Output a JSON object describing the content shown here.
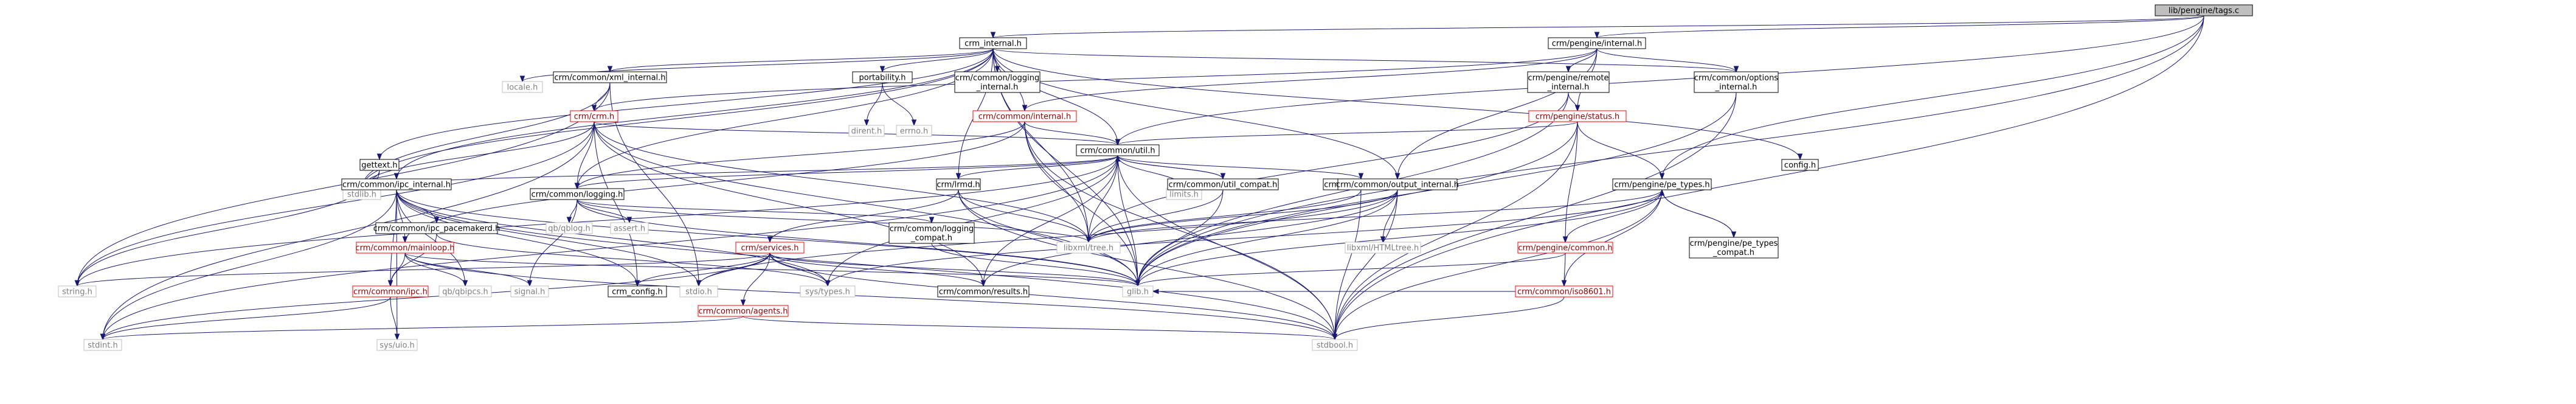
{
  "title": "lib/pengine/tags.c",
  "colors": {
    "root_fill": "#bfbfbf",
    "node_fill": "#ffffff",
    "node_stroke": "#000000",
    "missing_stroke": "#bfbfbf",
    "missing_text": "#808080",
    "link_text": "#000000",
    "truncated_stroke": "#ff0000",
    "truncated_text": "#8b0000",
    "edge": "#191970"
  },
  "nodes": [
    {
      "id": "tags",
      "label": "lib/pengine/tags.c",
      "kind": "root"
    },
    {
      "id": "crm_internal",
      "label": "crm_internal.h",
      "kind": "normal"
    },
    {
      "id": "pengine_internal",
      "label": "crm/pengine/internal.h",
      "kind": "normal"
    },
    {
      "id": "locale",
      "label": "locale.h",
      "kind": "missing"
    },
    {
      "id": "xml_internal",
      "label": "crm/common/xml_internal.h",
      "kind": "normal"
    },
    {
      "id": "portability",
      "label": "portability.h",
      "kind": "normal"
    },
    {
      "id": "logging_internal",
      "label": [
        "crm/common/logging",
        "_internal.h"
      ],
      "kind": "normal"
    },
    {
      "id": "common_internal",
      "label": "crm/common/internal.h",
      "kind": "truncated"
    },
    {
      "id": "remote_internal",
      "label": [
        "crm/pengine/remote",
        "_internal.h"
      ],
      "kind": "normal"
    },
    {
      "id": "options_internal",
      "label": [
        "crm/common/options",
        "_internal.h"
      ],
      "kind": "normal"
    },
    {
      "id": "crm_h",
      "label": "crm/crm.h",
      "kind": "truncated"
    },
    {
      "id": "dirent",
      "label": "dirent.h",
      "kind": "missing"
    },
    {
      "id": "errno",
      "label": "errno.h",
      "kind": "missing"
    },
    {
      "id": "pe_status",
      "label": "crm/pengine/status.h",
      "kind": "truncated"
    },
    {
      "id": "config",
      "label": "config.h",
      "kind": "normal"
    },
    {
      "id": "gettext",
      "label": "gettext.h",
      "kind": "normal"
    },
    {
      "id": "util",
      "label": "crm/common/util.h",
      "kind": "normal"
    },
    {
      "id": "stdlib",
      "label": "stdlib.h",
      "kind": "missing"
    },
    {
      "id": "ipc_internal",
      "label": "crm/common/ipc_internal.h",
      "kind": "normal"
    },
    {
      "id": "logging",
      "label": "crm/common/logging.h",
      "kind": "normal"
    },
    {
      "id": "limits",
      "label": "limits.h",
      "kind": "missing"
    },
    {
      "id": "util_compat",
      "label": "crm/common/util_compat.h",
      "kind": "normal"
    },
    {
      "id": "acl",
      "label": "crm/common/acl.h",
      "kind": "normal"
    },
    {
      "id": "lrmd",
      "label": "crm/lrmd.h",
      "kind": "normal"
    },
    {
      "id": "output_internal",
      "label": "crm/common/output_internal.h",
      "kind": "normal"
    },
    {
      "id": "pe_types",
      "label": "crm/pengine/pe_types.h",
      "kind": "normal"
    },
    {
      "id": "ipc_pacemakerd",
      "label": "crm/common/ipc_pacemakerd.h",
      "kind": "normal"
    },
    {
      "id": "mainloop",
      "label": "crm/common/mainloop.h",
      "kind": "truncated"
    },
    {
      "id": "qblog",
      "label": "qb/qblog.h",
      "kind": "missing"
    },
    {
      "id": "assert",
      "label": "assert.h",
      "kind": "missing"
    },
    {
      "id": "services",
      "label": "crm/services.h",
      "kind": "truncated"
    },
    {
      "id": "logging_compat",
      "label": [
        "crm/common/logging",
        "_compat.h"
      ],
      "kind": "normal"
    },
    {
      "id": "libxml_tree",
      "label": "libxml/tree.h",
      "kind": "missing"
    },
    {
      "id": "libxml_htmltree",
      "label": "libxml/HTMLtree.h",
      "kind": "missing"
    },
    {
      "id": "pe_common",
      "label": "crm/pengine/common.h",
      "kind": "truncated"
    },
    {
      "id": "pe_types_compat",
      "label": [
        "crm/pengine/pe_types",
        "_compat.h"
      ],
      "kind": "normal"
    },
    {
      "id": "string",
      "label": "string.h",
      "kind": "missing"
    },
    {
      "id": "ipc",
      "label": "crm/common/ipc.h",
      "kind": "truncated"
    },
    {
      "id": "qbipcs",
      "label": "qb/qbipcs.h",
      "kind": "missing"
    },
    {
      "id": "signal",
      "label": "signal.h",
      "kind": "missing"
    },
    {
      "id": "crm_config",
      "label": "crm_config.h",
      "kind": "normal"
    },
    {
      "id": "stdio",
      "label": "stdio.h",
      "kind": "missing"
    },
    {
      "id": "agents",
      "label": "crm/common/agents.h",
      "kind": "truncated"
    },
    {
      "id": "sys_types",
      "label": "sys/types.h",
      "kind": "missing"
    },
    {
      "id": "results",
      "label": "crm/common/results.h",
      "kind": "normal"
    },
    {
      "id": "glib",
      "label": "glib.h",
      "kind": "missing"
    },
    {
      "id": "iso8601",
      "label": "crm/common/iso8601.h",
      "kind": "truncated"
    },
    {
      "id": "stdint",
      "label": "stdint.h",
      "kind": "missing"
    },
    {
      "id": "sys_uio",
      "label": "sys/uio.h",
      "kind": "missing"
    },
    {
      "id": "stdbool",
      "label": "stdbool.h",
      "kind": "missing"
    }
  ],
  "edges": [
    [
      "tags",
      "crm_internal"
    ],
    [
      "tags",
      "pengine_internal"
    ],
    [
      "tags",
      "util"
    ],
    [
      "tags",
      "pe_types"
    ],
    [
      "tags",
      "glib"
    ],
    [
      "tags",
      "stdbool"
    ],
    [
      "crm_internal",
      "locale"
    ],
    [
      "crm_internal",
      "xml_internal"
    ],
    [
      "crm_internal",
      "portability"
    ],
    [
      "crm_internal",
      "logging_internal"
    ],
    [
      "crm_internal",
      "common_internal"
    ],
    [
      "crm_internal",
      "options_internal"
    ],
    [
      "crm_internal",
      "config"
    ],
    [
      "crm_internal",
      "gettext"
    ],
    [
      "crm_internal",
      "stdlib"
    ],
    [
      "crm_internal",
      "ipc_internal"
    ],
    [
      "crm_internal",
      "logging"
    ],
    [
      "crm_internal",
      "lrmd"
    ],
    [
      "crm_internal",
      "output_internal"
    ],
    [
      "crm_internal",
      "libxml_tree"
    ],
    [
      "crm_internal",
      "glib"
    ],
    [
      "crm_internal",
      "util"
    ],
    [
      "pengine_internal",
      "crm_h"
    ],
    [
      "pengine_internal",
      "remote_internal"
    ],
    [
      "pengine_internal",
      "options_internal"
    ],
    [
      "pengine_internal",
      "pe_status"
    ],
    [
      "pengine_internal",
      "common_internal"
    ],
    [
      "pengine_internal",
      "output_internal"
    ],
    [
      "xml_internal",
      "crm_h"
    ],
    [
      "xml_internal",
      "stdlib"
    ],
    [
      "xml_internal",
      "stdio"
    ],
    [
      "xml_internal",
      "string"
    ],
    [
      "portability",
      "dirent"
    ],
    [
      "portability",
      "errno"
    ],
    [
      "common_internal",
      "util"
    ],
    [
      "common_internal",
      "logging"
    ],
    [
      "common_internal",
      "mainloop"
    ],
    [
      "common_internal",
      "libxml_tree"
    ],
    [
      "common_internal",
      "glib"
    ],
    [
      "common_internal",
      "stdbool"
    ],
    [
      "remote_internal",
      "pe_status"
    ],
    [
      "remote_internal",
      "glib"
    ],
    [
      "remote_internal",
      "libxml_tree"
    ],
    [
      "options_internal",
      "glib"
    ],
    [
      "options_internal",
      "stdbool"
    ],
    [
      "crm_h",
      "util"
    ],
    [
      "crm_h",
      "logging"
    ],
    [
      "crm_h",
      "stdlib"
    ],
    [
      "crm_h",
      "string"
    ],
    [
      "crm_h",
      "stdint"
    ],
    [
      "crm_h",
      "libxml_tree"
    ],
    [
      "crm_h",
      "crm_config"
    ],
    [
      "crm_h",
      "glib"
    ],
    [
      "crm_h",
      "results"
    ],
    [
      "pe_status",
      "util"
    ],
    [
      "pe_status",
      "pe_types"
    ],
    [
      "pe_status",
      "pe_common"
    ],
    [
      "pe_status",
      "glib"
    ],
    [
      "pe_status",
      "stdbool"
    ],
    [
      "gettext",
      "stdlib"
    ],
    [
      "gettext",
      "string"
    ],
    [
      "util",
      "stdlib"
    ],
    [
      "util",
      "limits"
    ],
    [
      "util",
      "util_compat"
    ],
    [
      "util",
      "acl"
    ],
    [
      "util",
      "lrmd"
    ],
    [
      "util",
      "logging"
    ],
    [
      "util",
      "libxml_tree"
    ],
    [
      "util",
      "glib"
    ],
    [
      "util",
      "sys_types"
    ],
    [
      "util",
      "stdint"
    ],
    [
      "util",
      "string"
    ],
    [
      "util",
      "results"
    ],
    [
      "util",
      "stdbool"
    ],
    [
      "ipc_internal",
      "ipc_pacemakerd"
    ],
    [
      "ipc_internal",
      "mainloop"
    ],
    [
      "ipc_internal",
      "ipc"
    ],
    [
      "ipc_internal",
      "qbipcs"
    ],
    [
      "ipc_internal",
      "crm_config"
    ],
    [
      "ipc_internal",
      "stdint"
    ],
    [
      "ipc_internal",
      "sys_uio"
    ],
    [
      "ipc_internal",
      "stdio"
    ],
    [
      "ipc_internal",
      "glib"
    ],
    [
      "ipc_internal",
      "stdbool"
    ],
    [
      "ipc_internal",
      "sys_types"
    ],
    [
      "logging",
      "qblog"
    ],
    [
      "logging",
      "assert"
    ],
    [
      "logging",
      "logging_compat"
    ],
    [
      "logging",
      "glib"
    ],
    [
      "logging",
      "libxml_tree"
    ],
    [
      "logging",
      "signal"
    ],
    [
      "util_compat",
      "glib"
    ],
    [
      "util_compat",
      "libxml_tree"
    ],
    [
      "util_compat",
      "util"
    ],
    [
      "acl",
      "libxml_tree"
    ],
    [
      "acl",
      "stdbool"
    ],
    [
      "lrmd",
      "services"
    ],
    [
      "lrmd",
      "libxml_tree"
    ],
    [
      "lrmd",
      "stdbool"
    ],
    [
      "lrmd",
      "glib"
    ],
    [
      "output_internal",
      "libxml_htmltree"
    ],
    [
      "output_internal",
      "libxml_tree"
    ],
    [
      "output_internal",
      "glib"
    ],
    [
      "output_internal",
      "stdio"
    ],
    [
      "output_internal",
      "stdbool"
    ],
    [
      "output_internal",
      "results"
    ],
    [
      "pe_types",
      "pe_types_compat"
    ],
    [
      "pe_types",
      "pe_common"
    ],
    [
      "pe_types",
      "iso8601"
    ],
    [
      "pe_types",
      "glib"
    ],
    [
      "pe_types",
      "libxml_tree"
    ],
    [
      "pe_types",
      "stdbool"
    ],
    [
      "pe_types",
      "sys_types"
    ],
    [
      "ipc_pacemakerd",
      "ipc"
    ],
    [
      "ipc_pacemakerd",
      "sys_types"
    ],
    [
      "mainloop",
      "signal"
    ],
    [
      "mainloop",
      "qbipcs"
    ],
    [
      "mainloop",
      "ipc"
    ],
    [
      "mainloop",
      "glib"
    ],
    [
      "mainloop",
      "stdbool"
    ],
    [
      "services",
      "glib"
    ],
    [
      "services",
      "stdio"
    ],
    [
      "services",
      "string"
    ],
    [
      "services",
      "stdbool"
    ],
    [
      "services",
      "sys_types"
    ],
    [
      "services",
      "crm_config"
    ],
    [
      "services",
      "agents"
    ],
    [
      "services",
      "results"
    ],
    [
      "services",
      "stdint"
    ],
    [
      "logging_compat",
      "glib"
    ],
    [
      "pe_common",
      "glib"
    ],
    [
      "pe_common",
      "iso8601"
    ],
    [
      "pe_types_compat",
      "pe_types"
    ],
    [
      "ipc",
      "sys_uio"
    ],
    [
      "ipc",
      "stdint"
    ],
    [
      "agents",
      "stdint"
    ],
    [
      "agents",
      "stdbool"
    ],
    [
      "iso8601",
      "stdbool"
    ],
    [
      "iso8601",
      "glib"
    ]
  ]
}
